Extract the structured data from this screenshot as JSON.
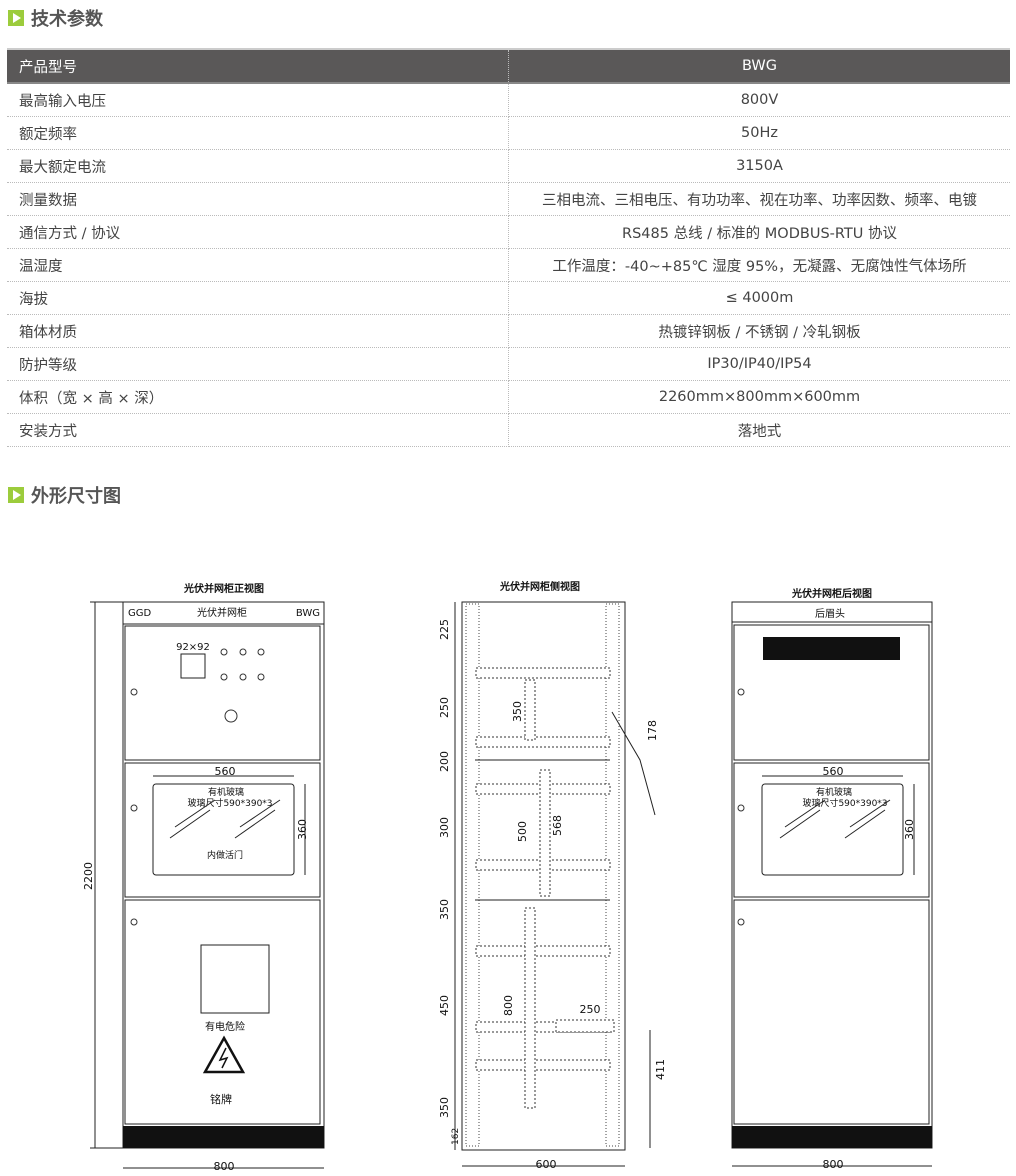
{
  "sections": {
    "tech_params": "技术参数",
    "dimensions": "外形尺寸图"
  },
  "table": {
    "header": {
      "label": "产品型号",
      "value": "BWG"
    },
    "rows": [
      {
        "label": "最高输入电压",
        "value": "800V"
      },
      {
        "label": "额定频率",
        "value": "50Hz"
      },
      {
        "label": "最大额定电流",
        "value": "3150A"
      },
      {
        "label": "测量数据",
        "value": "三相电流、三相电压、有功功率、视在功率、功率因数、频率、电镀"
      },
      {
        "label": "通信方式 / 协议",
        "value": "RS485 总线 / 标准的 MODBUS-RTU 协议"
      },
      {
        "label": "温湿度",
        "value": "工作温度：-40~+85℃ 湿度 95%，无凝露、无腐蚀性气体场所"
      },
      {
        "label": "海拔",
        "value": "≤ 4000m"
      },
      {
        "label": "箱体材质",
        "value": "热镀锌钢板 / 不锈钢 / 冷轧钢板"
      },
      {
        "label": "防护等级",
        "value": "IP30/IP40/IP54"
      },
      {
        "label": "体积（宽 × 高 × 深）",
        "value": "2260mm×800mm×600mm"
      },
      {
        "label": "安装方式",
        "value": "落地式"
      }
    ]
  },
  "drawings": {
    "front": {
      "title": "光伏并网柜正视图",
      "left_tag": "GGD",
      "name": "光伏并网柜",
      "right_tag": "BWG",
      "meter": "92×92",
      "glass_w": "560",
      "glass1": "有机玻璃",
      "glass2": "玻璃尺寸590*390*3",
      "glass_h": "360",
      "door": "内做活门",
      "height": "2200",
      "danger": "有电危险",
      "nameplate": "铭牌",
      "width": "800"
    },
    "side": {
      "title": "光伏并网柜侧视图",
      "dims_left": [
        "225",
        "250",
        "200",
        "300",
        "350",
        "450",
        "350",
        "162"
      ],
      "d350": "350",
      "d500": "500",
      "d568": "568",
      "d800": "800",
      "d250": "250",
      "d178": "178",
      "d411": "411",
      "width": "600"
    },
    "rear": {
      "title": "光伏并网柜后视图",
      "header": "后眉头",
      "glass_w": "560",
      "glass1": "有机玻璃",
      "glass2": "玻璃尺寸590*390*3",
      "glass_h": "360",
      "width": "800"
    }
  }
}
